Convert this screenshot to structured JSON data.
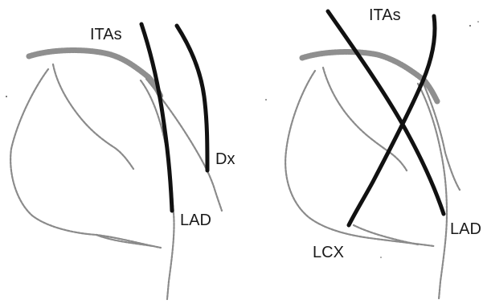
{
  "figure": {
    "left": {
      "labels": {
        "itas": "ITAs",
        "dx": "Dx",
        "lad": "LAD"
      }
    },
    "right": {
      "labels": {
        "itas": "ITAs",
        "lad": "LAD",
        "lcx": "LCX"
      }
    }
  },
  "colors": {
    "graft": "#111111",
    "vessel": "#8a8a8a",
    "label": "#1a1a1a",
    "background": "#ffffff"
  }
}
